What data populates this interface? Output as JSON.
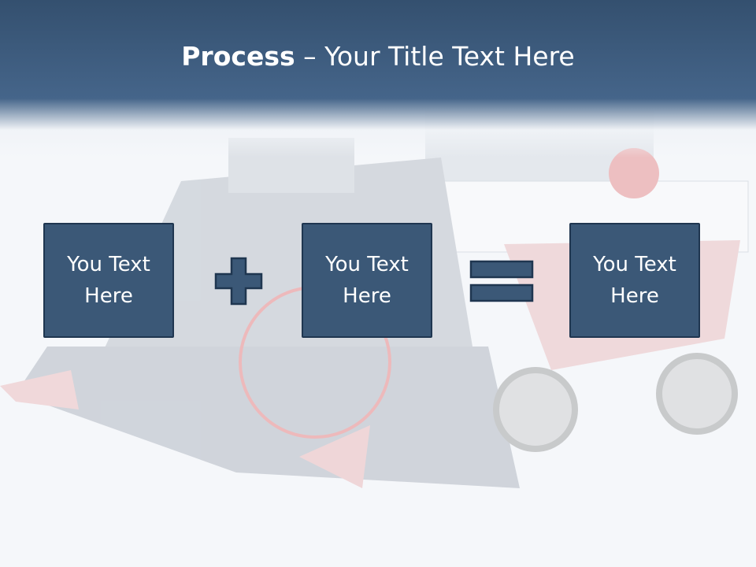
{
  "slide": {
    "title_bold": "Process",
    "title_rest": " – Your Title Text Here",
    "boxes": [
      {
        "text": "You Text Here"
      },
      {
        "text": "You Text Here"
      },
      {
        "text": "You Text Here"
      }
    ],
    "operators": [
      "plus",
      "equals"
    ]
  },
  "colors": {
    "box_fill": "#3b5877",
    "box_border": "#1f3650",
    "header": "#3f5f82"
  }
}
